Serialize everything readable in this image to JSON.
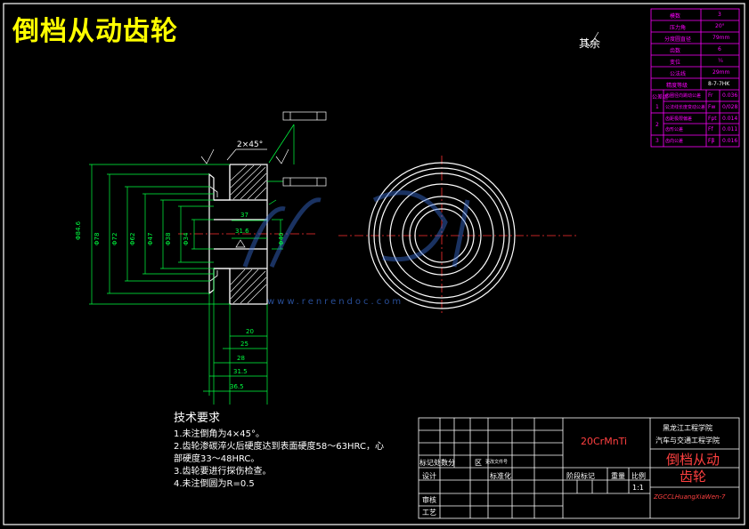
{
  "title": "倒档从动齿轮",
  "roughness_note": "其余",
  "parameter_table": {
    "rows": [
      {
        "label": "模数",
        "value": "3"
      },
      {
        "label": "压力角",
        "value": "20°"
      },
      {
        "label": "分度圆直径",
        "value": "79mm"
      },
      {
        "label": "齿数",
        "value": "6"
      },
      {
        "label": "变位",
        "value": "¼"
      },
      {
        "label": "公法线",
        "value": "29mm"
      },
      {
        "label": "精度等级",
        "value": "8-7-7HK"
      }
    ],
    "inspection": [
      {
        "group": "1",
        "name": "齿圈径向跳动公差",
        "sym": "Fr",
        "val": "0.036"
      },
      {
        "group": "1",
        "name": "公法线长度变动公差",
        "sym": "Fw",
        "val": "0/028"
      },
      {
        "group": "2",
        "name": "齿距极限偏差",
        "sym": "Fpt",
        "val": "0.014"
      },
      {
        "group": "2",
        "name": "齿形公差",
        "sym": "Ff",
        "val": "0.011"
      },
      {
        "group": "3",
        "name": "齿向公差",
        "sym": "Fβ",
        "val": "0.016"
      }
    ],
    "side_label": "公差组"
  },
  "tech_req": {
    "heading": "技术要求",
    "items": [
      "1.未注倒角为4×45°。",
      "2.齿轮渗碳淬火后硬度达到表面硬度58～63HRC，心",
      "部硬度33～48HRC。",
      "3.齿轮要进行探伤检查。",
      "4.未注倒圆为R=0.5"
    ]
  },
  "title_block": {
    "material": "20CrMnTi",
    "school": "黑龙江工程学院",
    "dept": "汽车与交通工程学院",
    "part_name": "倒档从动齿轮",
    "drawing_no": "ZGCCLHuangXiaWen-7",
    "scale": "1:1",
    "labels": {
      "mark": "标记处数分",
      "zone": "区",
      "doc": "更改文件号",
      "design": "设计",
      "std": "标准化",
      "stage": "阶段标记",
      "weight": "重量",
      "ratio": "比例",
      "review": "审核",
      "process": "工艺"
    }
  },
  "dims": {
    "chamfer": "2×45°",
    "d_left1": "Φ84.6",
    "d_left2": "Φ78",
    "d_left3": "Φ72",
    "d_left4": "Φ62",
    "d_left5": "Φ47",
    "d_left6": "Φ38",
    "d_left7": "Φ34",
    "d_right": "Φ40",
    "w37": "37",
    "w316": "31.6",
    "w20": "20",
    "w25": "25",
    "w28": "28",
    "w315": "31.5",
    "w365": "36.5"
  },
  "watermark": "www.renrendoc.com"
}
